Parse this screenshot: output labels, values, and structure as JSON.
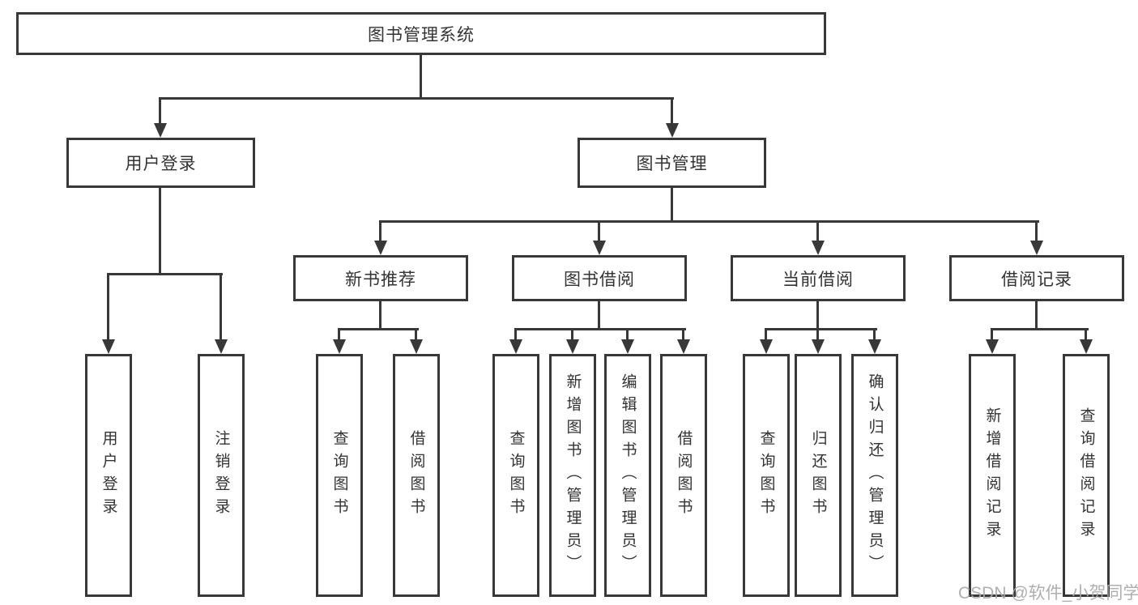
{
  "tree": {
    "label": "图书管理系统",
    "children": [
      {
        "label": "用户登录",
        "children": [
          {
            "label": "用户登录"
          },
          {
            "label": "注销登录"
          }
        ]
      },
      {
        "label": "图书管理",
        "children": [
          {
            "label": "新书推荐",
            "children": [
              {
                "label": "查询图书"
              },
              {
                "label": "借阅图书"
              }
            ]
          },
          {
            "label": "图书借阅",
            "children": [
              {
                "label": "查询图书"
              },
              {
                "label": "新增图书（管理员）"
              },
              {
                "label": "编辑图书（管理员）"
              },
              {
                "label": "借阅图书"
              }
            ]
          },
          {
            "label": "当前借阅",
            "children": [
              {
                "label": "查询图书"
              },
              {
                "label": "归还图书"
              },
              {
                "label": "确认归还（管理员）"
              }
            ]
          },
          {
            "label": "借阅记录",
            "children": [
              {
                "label": "新增借阅记录"
              },
              {
                "label": "查询借阅记录"
              }
            ]
          }
        ]
      }
    ]
  },
  "watermark": "CSDN @软件_小贺同学",
  "colors": {
    "line": "#383838",
    "text": "#333333",
    "background": "#ffffff",
    "watermark": "#a8a8a8"
  }
}
